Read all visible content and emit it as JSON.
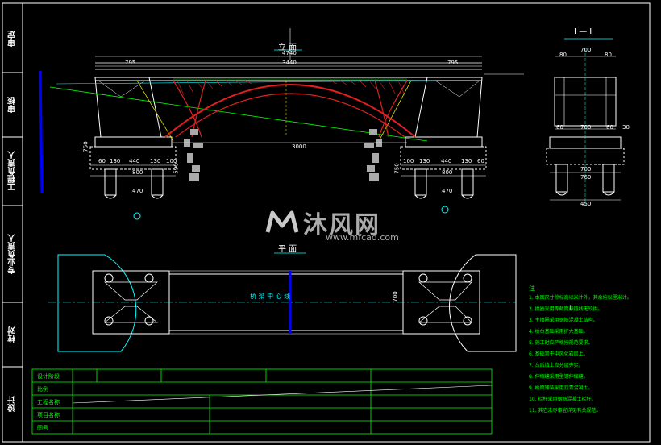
{
  "side_bar": {
    "labels": [
      "审定",
      "审核",
      "工程负责人",
      "专业负责人",
      "校对",
      "设计"
    ]
  },
  "views": {
    "elevation_title": "立 面",
    "plan_title": "平 面",
    "section_title": "I — I",
    "section_marker": "I"
  },
  "elevation_dims": {
    "overall_top": "4740",
    "overall_second": "3440",
    "left_span": "795",
    "right_span": "795",
    "mid_span": "3000",
    "left_pier": [
      "60",
      "130",
      "440",
      "130",
      "100",
      "800",
      "470"
    ],
    "right_pier": [
      "100",
      "130",
      "440",
      "130",
      "60",
      "800",
      "470"
    ],
    "heights": [
      "750",
      "590",
      "750"
    ]
  },
  "section_dims": {
    "top": [
      "700",
      "80",
      "80"
    ],
    "middle": [
      "60",
      "700",
      "60",
      "30"
    ],
    "bottom": [
      "700",
      "760",
      "450"
    ]
  },
  "plan_labels": {
    "centerline": "桥 梁 中 心 线",
    "height": "700"
  },
  "notes": {
    "heading": "注",
    "lines": [
      "1. 本图尺寸除标高以米计外，其余均以厘米计。",
      "2. 拱圈采用等截面悬链线无铰拱。",
      "3. 主拱圈采用钢筋混凝土结构。",
      "4. 桥台基础采用扩大基础。",
      "5. 施工时应严格按规范要求。",
      "6. 基础置于中风化岩层上。",
      "7. 台后填土应分层夯实。",
      "8. 伸缩缝采用型钢伸缩缝。",
      "9. 桥面铺装采用沥青混凝土。",
      "10. 栏杆采用钢筋混凝土栏杆。",
      "11. 其它未尽事宜详见有关规范。"
    ]
  },
  "title_block": {
    "rows": [
      "设计阶段",
      "比例",
      "工程名称",
      "项目名称",
      "图号"
    ]
  },
  "watermark": {
    "brand": "沐风网",
    "url": "www.mfcad.com"
  },
  "colors": {
    "background": "#000000",
    "arch": "#e02020",
    "lines": "#ffffff",
    "dims": "#00ffff",
    "accent": "#00ff00"
  }
}
